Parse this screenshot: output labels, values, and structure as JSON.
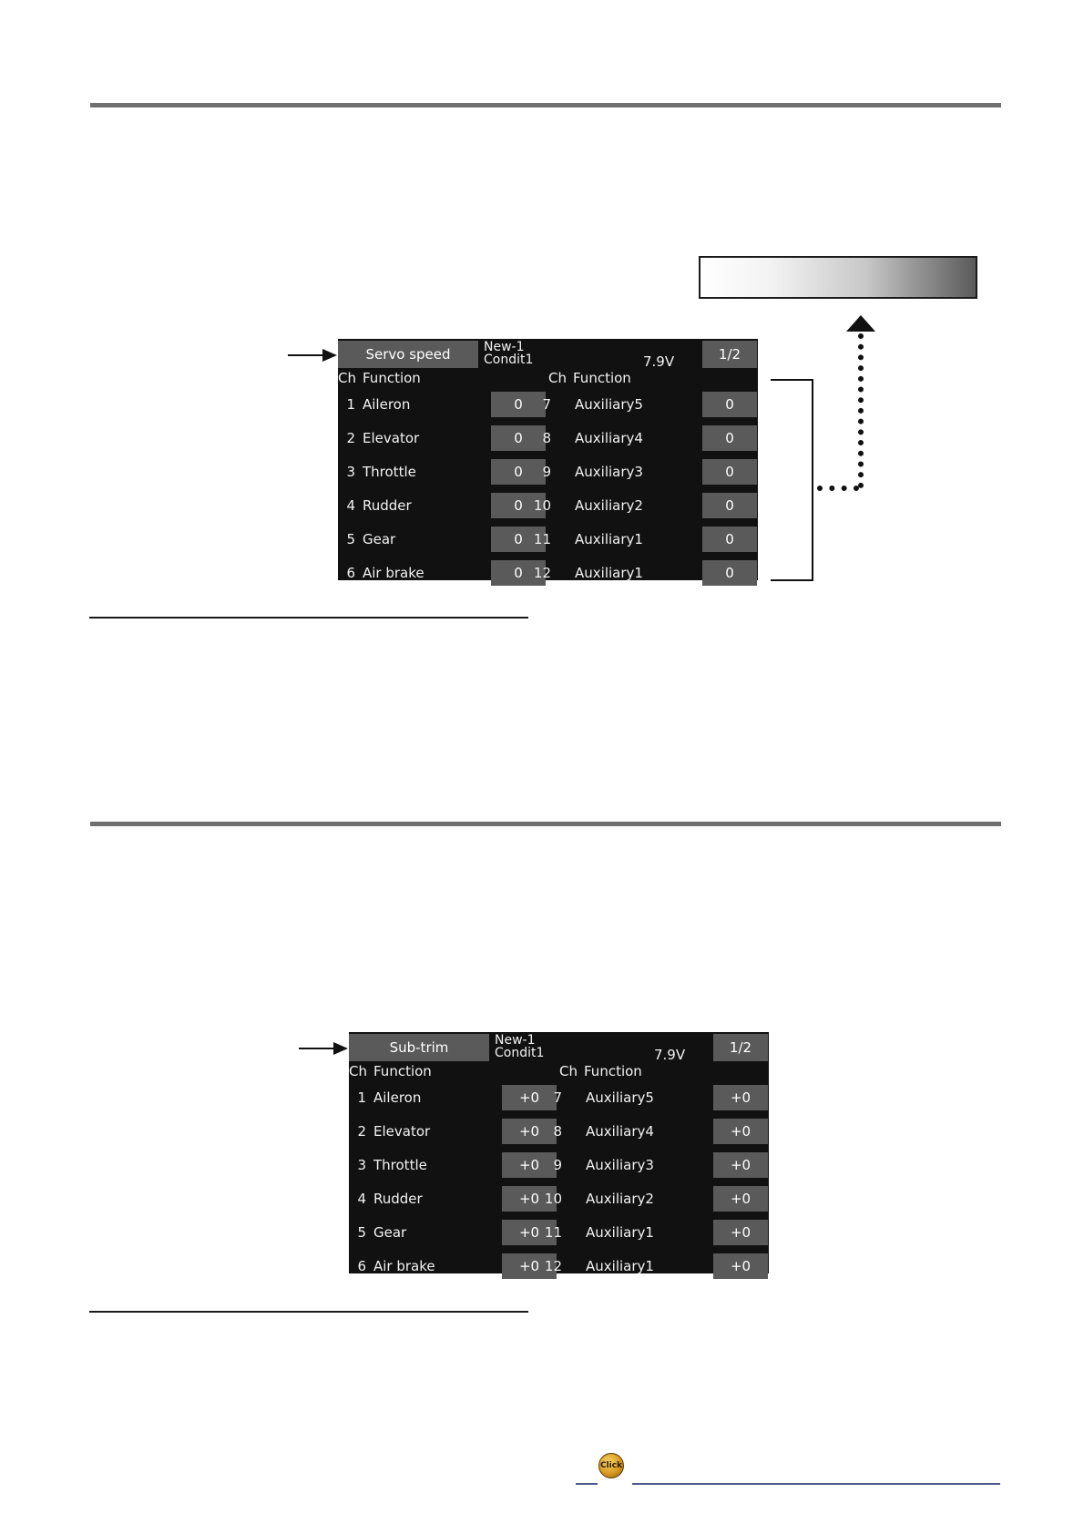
{
  "screens": [
    {
      "title": "Servo speed",
      "model_line1": "New-1",
      "model_line2": "Condit1",
      "voltage": "7.9V",
      "page": "1/2",
      "col_header_ch": "Ch",
      "col_header_fn": "Function",
      "rows": [
        {
          "l_ch": "1",
          "l_fn": "Aileron",
          "l_val": "0",
          "r_ch": "7",
          "r_fn": "Auxiliary5",
          "r_val": "0"
        },
        {
          "l_ch": "2",
          "l_fn": "Elevator",
          "l_val": "0",
          "r_ch": "8",
          "r_fn": "Auxiliary4",
          "r_val": "0"
        },
        {
          "l_ch": "3",
          "l_fn": "Throttle",
          "l_val": "0",
          "r_ch": "9",
          "r_fn": "Auxiliary3",
          "r_val": "0"
        },
        {
          "l_ch": "4",
          "l_fn": "Rudder",
          "l_val": "0",
          "r_ch": "10",
          "r_fn": "Auxiliary2",
          "r_val": "0"
        },
        {
          "l_ch": "5",
          "l_fn": "Gear",
          "l_val": "0",
          "r_ch": "11",
          "r_fn": "Auxiliary1",
          "r_val": "0"
        },
        {
          "l_ch": "6",
          "l_fn": "Air brake",
          "l_val": "0",
          "r_ch": "12",
          "r_fn": "Auxiliary1",
          "r_val": "0"
        }
      ]
    },
    {
      "title": "Sub-trim",
      "model_line1": "New-1",
      "model_line2": "Condit1",
      "voltage": "7.9V",
      "page": "1/2",
      "col_header_ch": "Ch",
      "col_header_fn": "Function",
      "rows": [
        {
          "l_ch": "1",
          "l_fn": "Aileron",
          "l_val": "+0",
          "r_ch": "7",
          "r_fn": "Auxiliary5",
          "r_val": "+0"
        },
        {
          "l_ch": "2",
          "l_fn": "Elevator",
          "l_val": "+0",
          "r_ch": "8",
          "r_fn": "Auxiliary4",
          "r_val": "+0"
        },
        {
          "l_ch": "3",
          "l_fn": "Throttle",
          "l_val": "+0",
          "r_ch": "9",
          "r_fn": "Auxiliary3",
          "r_val": "+0"
        },
        {
          "l_ch": "4",
          "l_fn": "Rudder",
          "l_val": "+0",
          "r_ch": "10",
          "r_fn": "Auxiliary2",
          "r_val": "+0"
        },
        {
          "l_ch": "5",
          "l_fn": "Gear",
          "l_val": "+0",
          "r_ch": "11",
          "r_fn": "Auxiliary1",
          "r_val": "+0"
        },
        {
          "l_ch": "6",
          "l_fn": "Air brake",
          "l_val": "+0",
          "r_ch": "12",
          "r_fn": "Auxiliary1",
          "r_val": "+0"
        }
      ]
    }
  ],
  "footer": {
    "icon_label": "Click"
  },
  "colors": {
    "screen_bg": "#111111",
    "cell_bg": "#5a5a5a",
    "rule": "#6f6f6f",
    "footer_line": "#4a5a8a"
  }
}
